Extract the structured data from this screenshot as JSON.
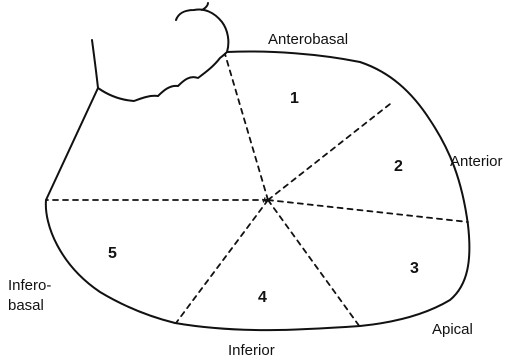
{
  "wall_labels": {
    "anterobasal": "Anterobasal",
    "anterior": "Anterior",
    "apical": "Apical",
    "inferior": "Inferior",
    "inferobasal_line1": "Infero-",
    "inferobasal_line2": "basal"
  },
  "segments": [
    {
      "number": "1"
    },
    {
      "number": "2"
    },
    {
      "number": "3"
    },
    {
      "number": "4"
    },
    {
      "number": "5"
    }
  ],
  "style": {
    "line_color": "#111111",
    "background": "#ffffff"
  }
}
